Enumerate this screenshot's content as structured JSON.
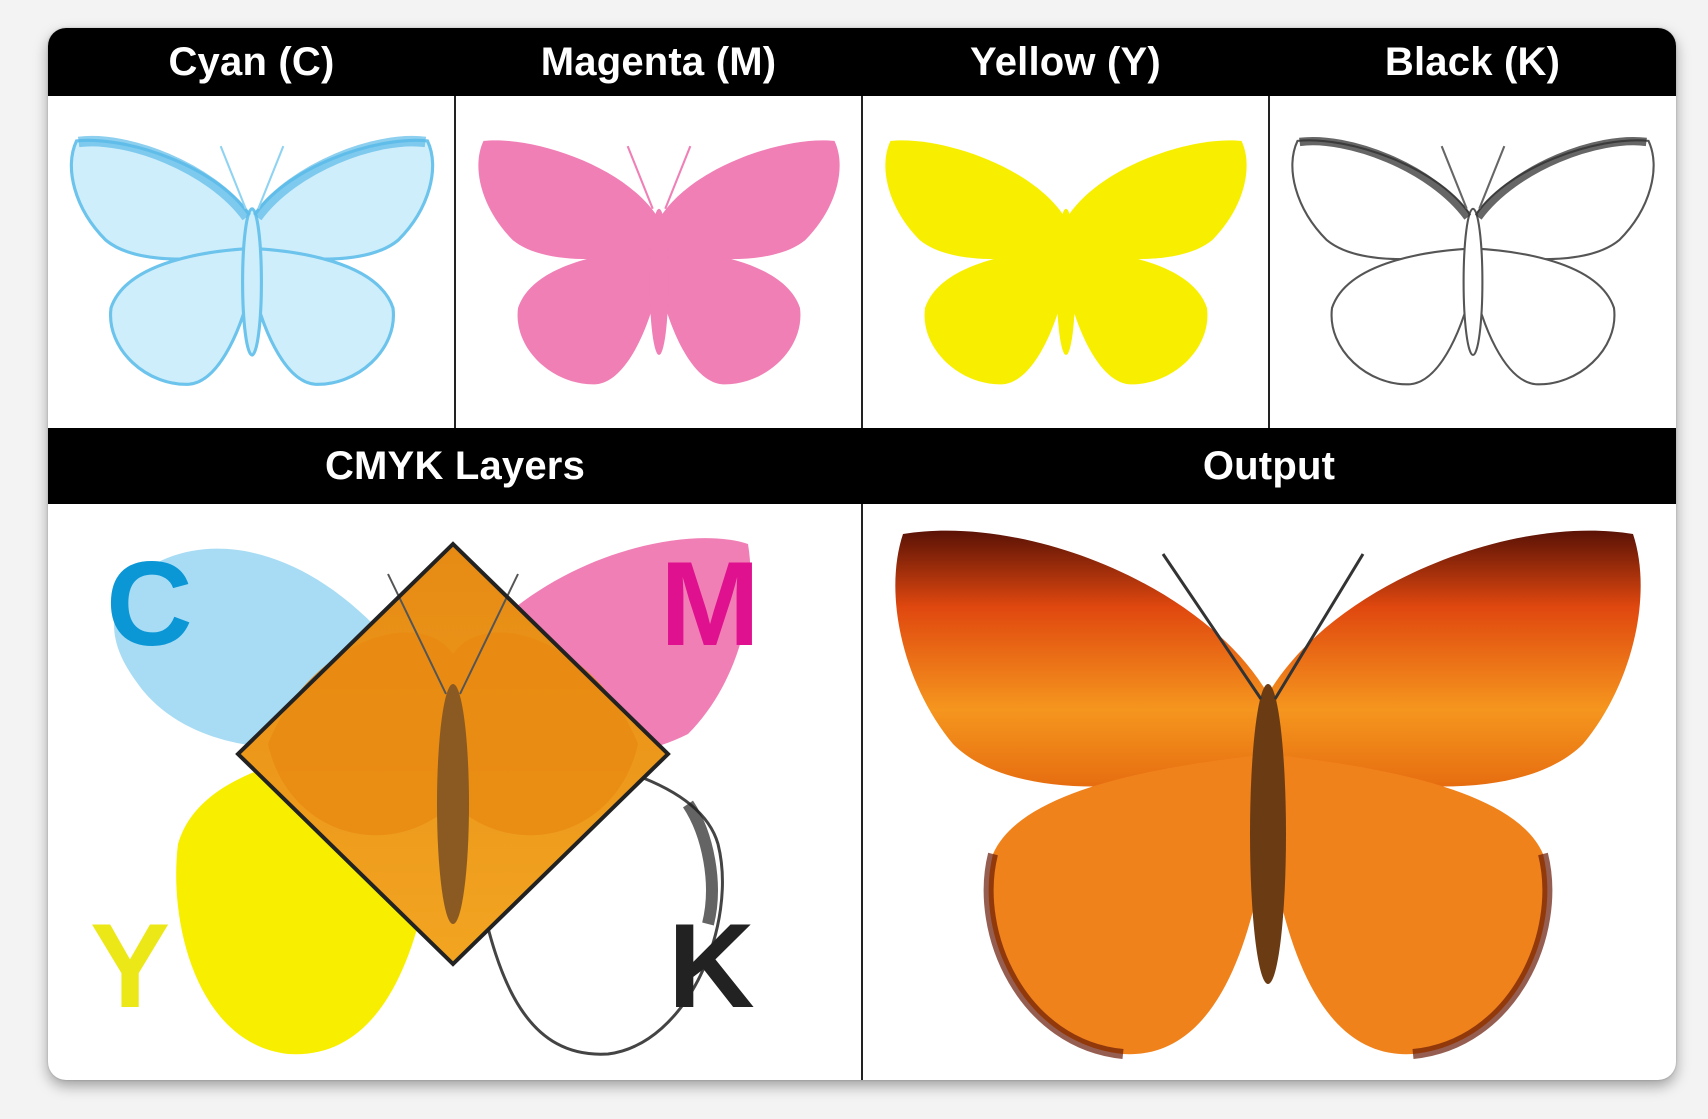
{
  "top_labels": {
    "cyan": "Cyan (C)",
    "magenta": "Magenta (M)",
    "yellow": "Yellow (Y)",
    "black": "Black (K)"
  },
  "bottom_labels": {
    "layers": "CMYK Layers",
    "output": "Output"
  },
  "layer_letters": {
    "c": "C",
    "m": "M",
    "y": "Y",
    "k": "K"
  },
  "colors": {
    "cyan": "#7cc8ee",
    "magenta": "#f07fb6",
    "yellow": "#f8ef00",
    "black": "#333333",
    "letter_cyan": "#0b97d6",
    "letter_magenta": "#e0118f",
    "letter_yellow": "#ece717",
    "letter_black": "#222222",
    "output_orange": "#f07a1a",
    "output_dark": "#7a1e08"
  }
}
